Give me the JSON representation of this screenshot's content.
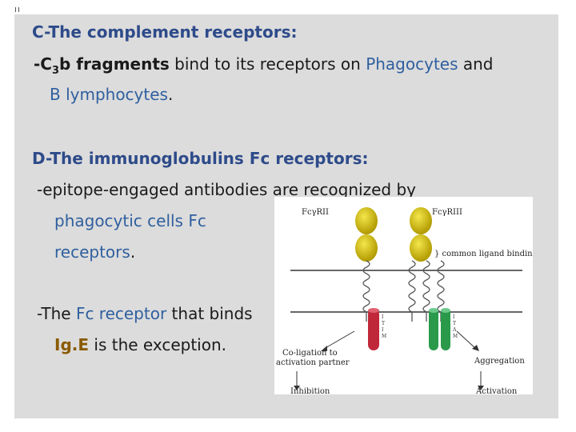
{
  "slide": {
    "section_c": {
      "heading": "C-The complement receptors:",
      "line1_dash": "-C",
      "line1_sub": "3",
      "line1_b": "b fragments",
      "line1_mid": " bind to its receptors on ",
      "line1_blue": "Phagocytes",
      "line1_end": " and",
      "line2_blue": "B lymphocytes",
      "line2_end": "."
    },
    "section_d": {
      "heading": "D-The immunoglobulins Fc receptors:",
      "line1": "-epitope-engaged antibodies are recognized by",
      "line2": "phagocytic cells Fc",
      "line3_blue": "receptors",
      "line3_end": ".",
      "line4_start": "-The ",
      "line4_blue": "Fc receptor",
      "line4_end": " that binds",
      "line5_gold": "Ig.E",
      "line5_end": " is the exception."
    }
  },
  "figure": {
    "label_left_receptor": "FcγRII",
    "label_right_receptor": "FcγRIII",
    "label_common": "} common ligand binding",
    "label_coligation_1": "Co-ligation to",
    "label_coligation_2": "activation partner",
    "label_aggregation": "Aggregation",
    "label_inhibition": "Inhibition",
    "label_activation": "Activation",
    "motif_left": [
      "I",
      "T",
      "I",
      "M"
    ],
    "motif_right": [
      "I",
      "T",
      "A",
      "M"
    ],
    "colors": {
      "domain_gold": "#c9b400",
      "itim_red": "#c0283a",
      "itam_green": "#2a9a4a",
      "membrane": "#333333",
      "coil": "#555555"
    }
  }
}
